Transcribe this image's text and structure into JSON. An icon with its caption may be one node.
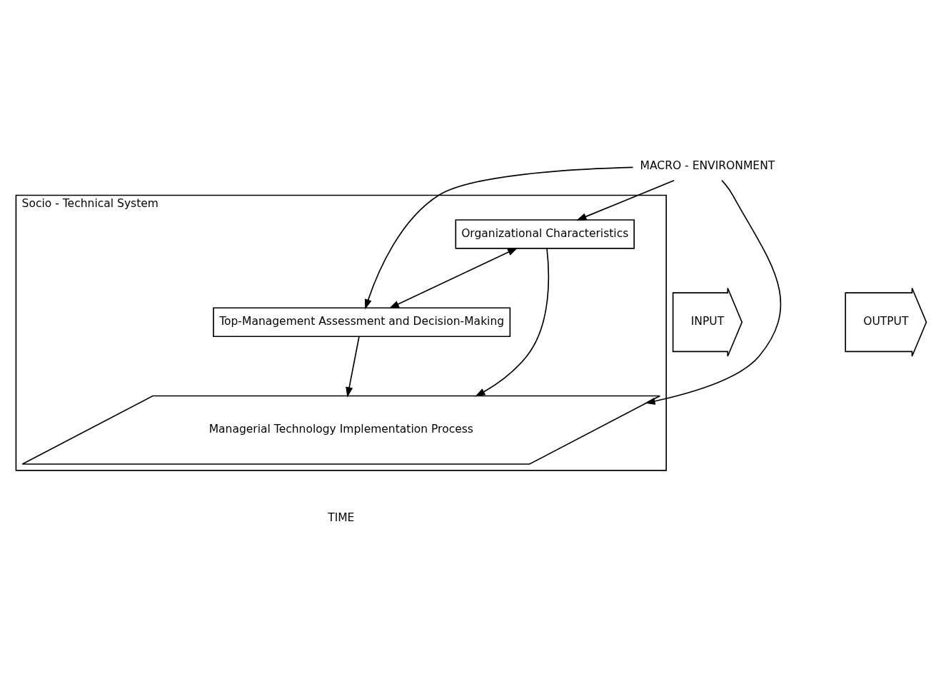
{
  "diagram": {
    "nodes": [
      {
        "text": [
          "MACRO - ENVIRONMENT"
        ]
      },
      {
        "text": [
          "Socio - Technical System"
        ]
      },
      {
        "text": [
          "Top-Management Assessment and Decision-Making"
        ],
        "in": 1
      },
      {
        "text": [
          "Organizational Characteristics"
        ],
        "in": 1
      },
      {
        "text": [
          "Managerial Technology Implementation Process"
        ],
        "in": 1
      },
      {
        "text": [
          "INPUT"
        ]
      },
      {
        "text": [
          "OUTPUT"
        ]
      }
    ],
    "edges": [
      {
        "from": 0,
        "to": 3,
        "arrow": "to"
      },
      {
        "from": 0,
        "to": 2,
        "arrow": "to"
      },
      {
        "from": 0,
        "to": 4,
        "arrow": "to"
      },
      {
        "from": 3,
        "to": 2,
        "arrow": "both"
      },
      {
        "from": 2,
        "to": 4,
        "arrow": "to"
      },
      {
        "from": 3,
        "to": 4,
        "arrow": "to"
      }
    ],
    "labels": [
      "TIME"
    ]
  }
}
